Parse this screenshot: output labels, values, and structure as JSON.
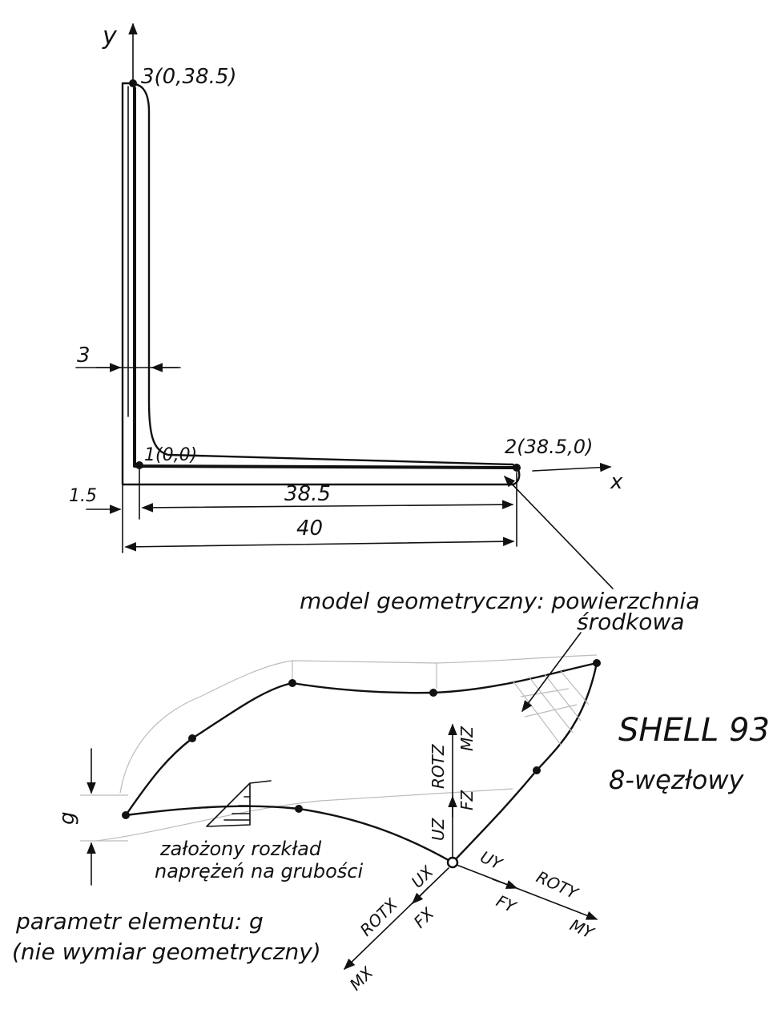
{
  "section": {
    "axis_y": "y",
    "axis_x": "x",
    "node_1": "1(0,0)",
    "node_2": "2(38.5,0)",
    "node_3": "3(0,38.5)",
    "dim_thickness": "3",
    "dim_offset": "1.5",
    "dim_midline": "38.5",
    "dim_total": "40"
  },
  "annotations": {
    "midsurface_line1": "model geometryczny: powierzchnia",
    "midsurface_line2": "środkowa",
    "element_name": "SHELL 93",
    "element_nodes": "8-węzłowy",
    "stress_line1": "założony rozkład",
    "stress_line2": "naprężeń na grubości",
    "param_line1": "parametr elementu: g",
    "param_line2": "(nie wymiar geometryczny)",
    "thickness_param": "g"
  },
  "dof_labels": {
    "uz": "UZ",
    "fz": "FZ",
    "rotz": "ROTZ",
    "mz": "MZ",
    "ux": "UX",
    "fx": "FX",
    "rotx": "ROTX",
    "mx": "MX",
    "uy": "UY",
    "fy": "FY",
    "roty": "ROTY",
    "my": "MY"
  }
}
